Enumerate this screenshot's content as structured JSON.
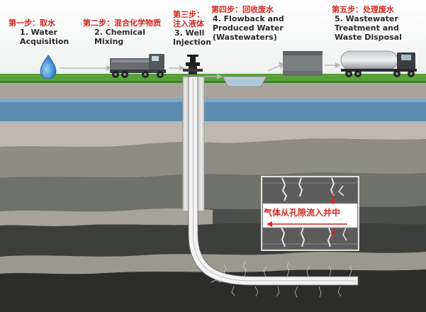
{
  "steps": [
    {
      "cn": "第一步：取水",
      "en_line1": "1. Water",
      "en_line2": "Acquisition"
    },
    {
      "cn": "第二步：混合化学物质",
      "en_line1": "2. Chemical",
      "en_line2": "Mixing"
    },
    {
      "cn_line1": "第三步：",
      "cn_line2": "注入液体",
      "en_line1": "3. Well",
      "en_line2": "Injection"
    },
    {
      "cn": "第四步：回收废水",
      "en_line1": "4. Flowback and",
      "en_line2": "Produced Water",
      "en_line3": "(Wastewaters)"
    },
    {
      "cn": "第五步：处理废水",
      "en_line1": "5. Wastewater",
      "en_line2": "Treatment and",
      "en_line3": "Waste Disposal"
    }
  ],
  "callout": {
    "label": "气体从孔隙流入井中"
  },
  "colors": {
    "cn_text": "#d8261f",
    "en_text": "#2a2a2a",
    "grass": "#57a23a",
    "aquifer": "#5a8db0",
    "rock_dark": "#4b4e4b",
    "rock_light": "#bdb9b1"
  }
}
